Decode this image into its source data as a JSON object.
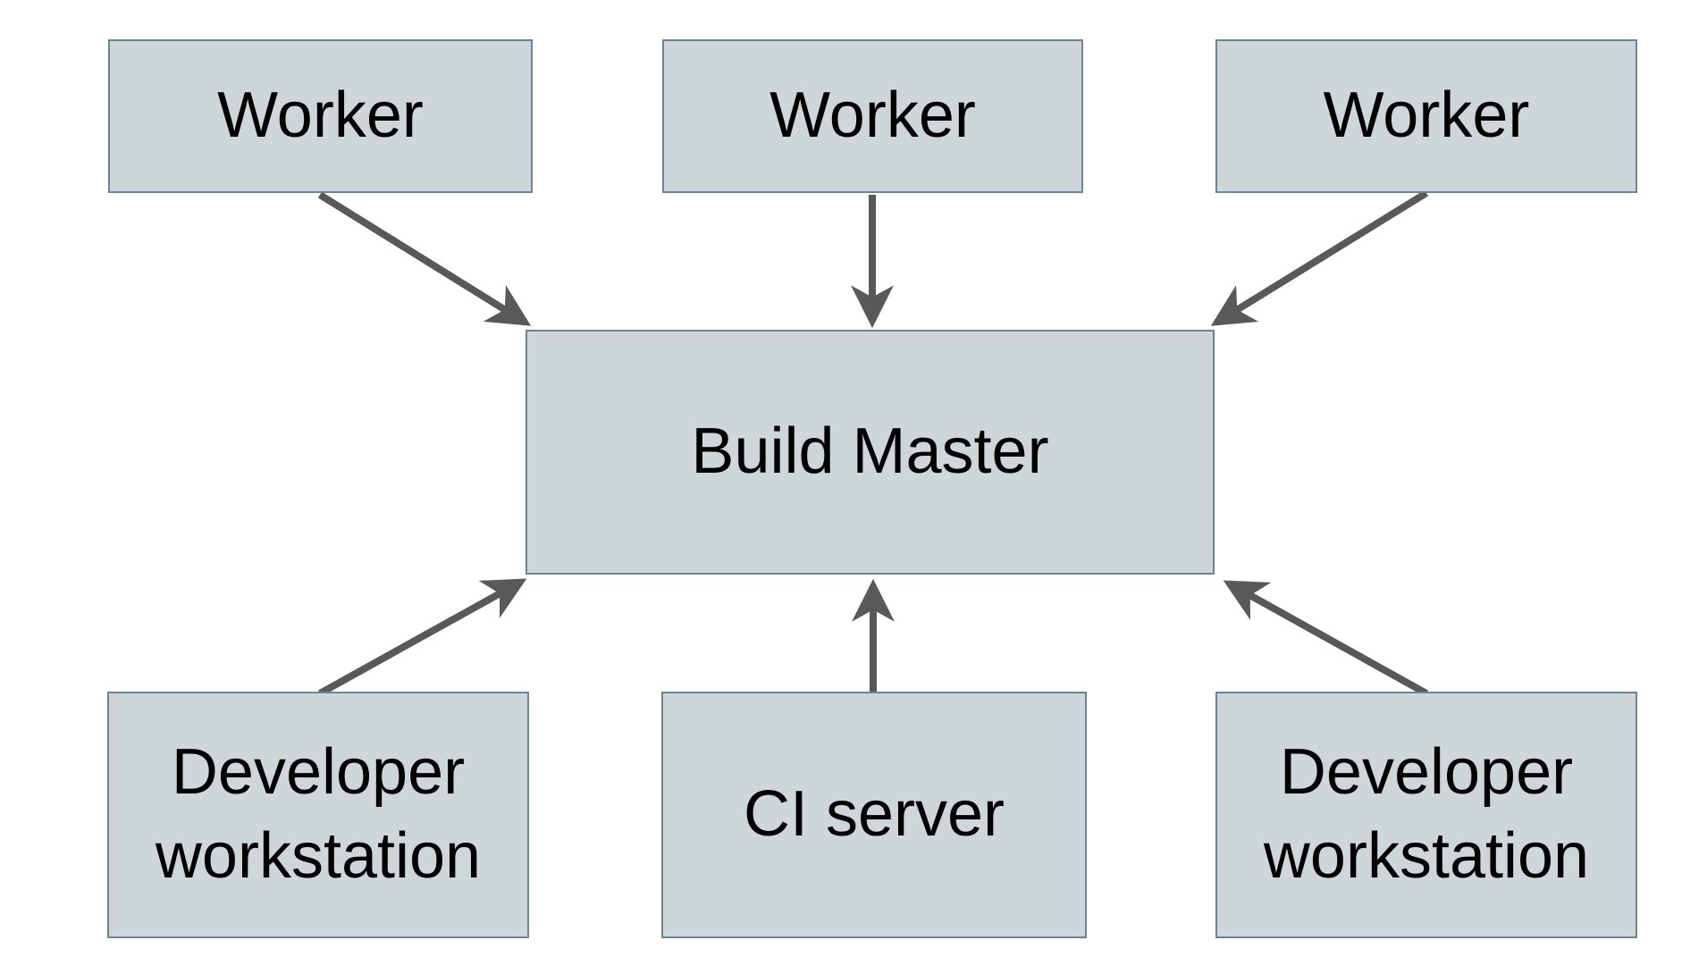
{
  "diagram": {
    "type": "architecture-diagram",
    "colors": {
      "background": "#ffffff",
      "node_fill": "#cfd6d9",
      "node_border": "#6a8695",
      "arrow": "#595959",
      "text": "#000000"
    },
    "nodes": {
      "worker_1": {
        "label": "Worker"
      },
      "worker_2": {
        "label": "Worker"
      },
      "worker_3": {
        "label": "Worker"
      },
      "build_master": {
        "label": "Build Master"
      },
      "dev_workstation_1": {
        "label": "Developer workstation"
      },
      "ci_server": {
        "label": "CI server"
      },
      "dev_workstation_2": {
        "label": "Developer workstation"
      }
    },
    "edges": [
      {
        "from": "Worker (left)",
        "to": "Build Master"
      },
      {
        "from": "Worker (center)",
        "to": "Build Master"
      },
      {
        "from": "Worker (right)",
        "to": "Build Master"
      },
      {
        "from": "Developer workstation (left)",
        "to": "Build Master"
      },
      {
        "from": "CI server",
        "to": "Build Master"
      },
      {
        "from": "Developer workstation (right)",
        "to": "Build Master"
      }
    ]
  }
}
